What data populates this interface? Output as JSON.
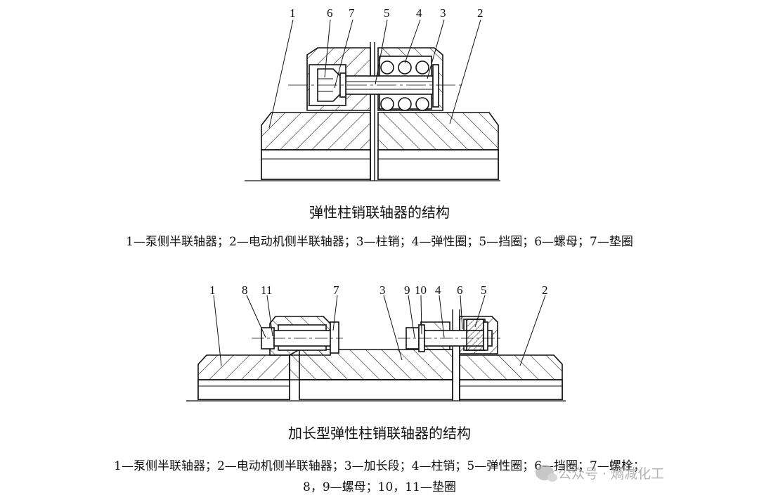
{
  "figure1": {
    "title": "弹性柱销联轴器的结构",
    "legend": "1—泵侧半联轴器；2—电动机侧半联轴器；3—柱销；4—弹性圈；5—挡圈；6—螺母；7—垫圈",
    "callouts": [
      "1",
      "6",
      "7",
      "5",
      "4",
      "3",
      "2"
    ]
  },
  "figure2": {
    "title": "加长型弹性柱销联轴器的结构",
    "legend_line1": "1—泵侧半联轴器；2—电动机侧半联轴器；3—加长段；4—柱销；5—弹性圈；6—挡圈；7—螺栓；",
    "legend_line2": "8，9—螺母；10，11—垫圈",
    "callouts": [
      "1",
      "8",
      "11",
      "7",
      "3",
      "9",
      "10",
      "4",
      "6",
      "5",
      "2"
    ]
  },
  "watermark": {
    "text": "公众号 · 熵减化工",
    "icon": "wechat-icon"
  }
}
